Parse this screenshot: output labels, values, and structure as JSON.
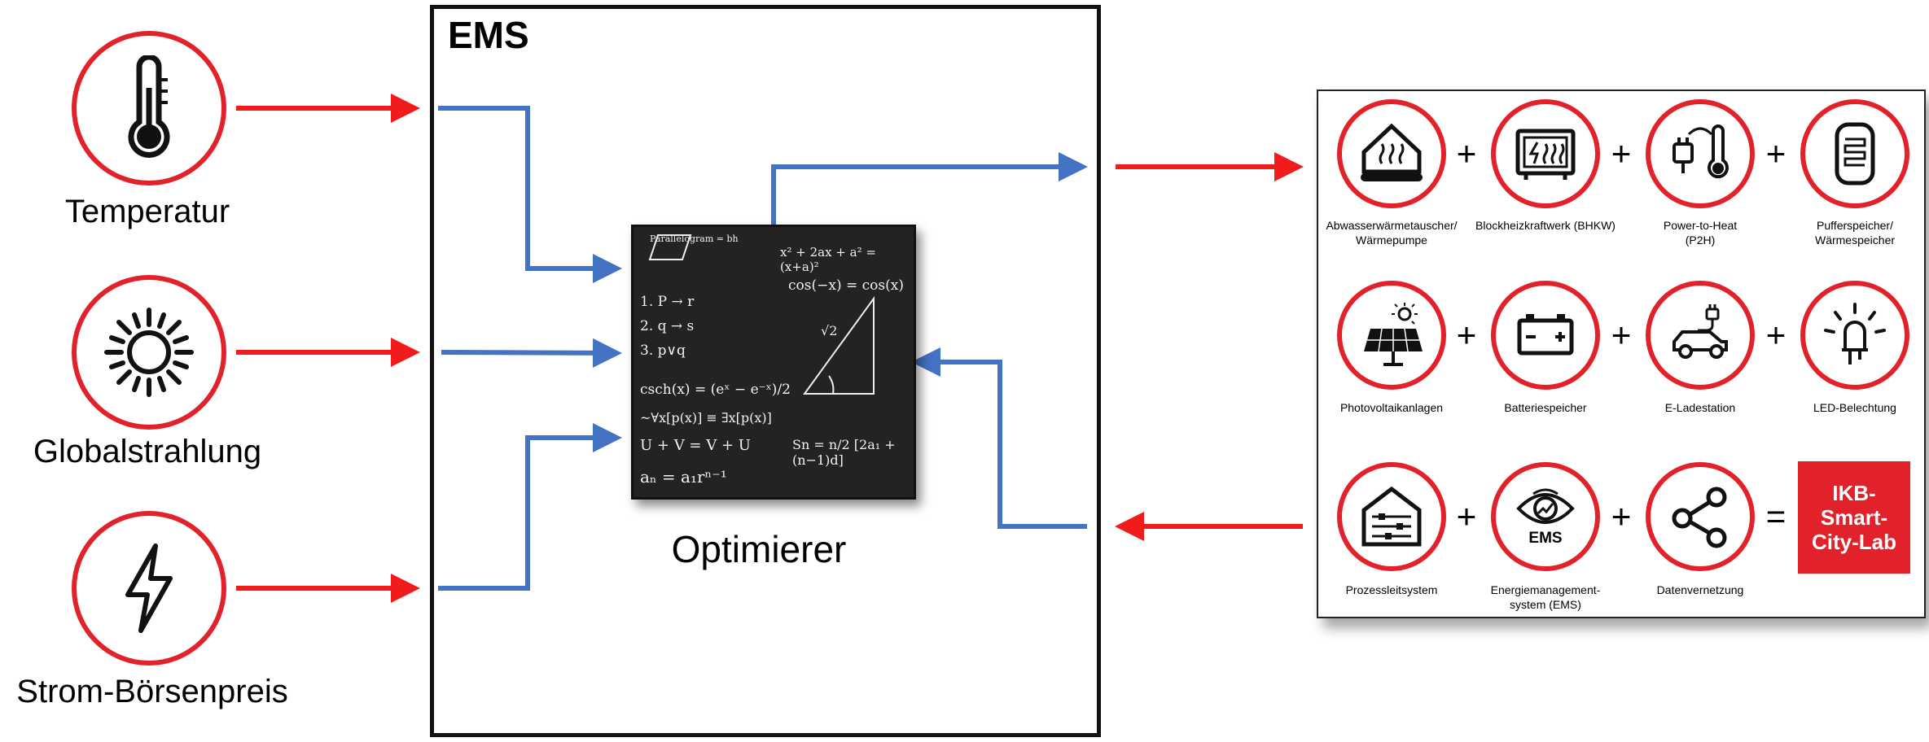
{
  "inputs": [
    {
      "label": "Temperatur",
      "icon": "thermometer-icon"
    },
    {
      "label": "Globalstrahlung",
      "icon": "sun-icon"
    },
    {
      "label": "Strom-Börsenpreis",
      "icon": "lightning-icon"
    }
  ],
  "ems": {
    "title": "EMS",
    "optimizer_label": "Optimierer"
  },
  "chalkboard": {
    "lines": [
      "Parallelogram = bh",
      "x² + 2ax + a² = (x+a)²",
      "1. P → r",
      "2. q → s",
      "3. p∨q",
      "cos(−x) = cos(x)",
      "√2",
      "csch(x) = (eˣ − e⁻ˣ)/2",
      "~∀x[p(x)] ≡ ∃x[p(x)]",
      "U + V = V + U",
      "Sn = n/2 [2a₁ + (n−1)d]",
      "aₙ = a₁rⁿ⁻¹"
    ]
  },
  "panel": {
    "row1": [
      {
        "caption": "Abwasserwärmetauscher/ Wärmepumpe",
        "icon": "heat-pump-icon"
      },
      {
        "caption": "Blockheizkraftwerk (BHKW)",
        "icon": "chp-plant-icon"
      },
      {
        "caption": "Power-to-Heat (P2H)",
        "icon": "power-to-heat-icon"
      },
      {
        "caption": "Pufferspeicher/ Wärmespeicher",
        "icon": "heat-storage-icon"
      }
    ],
    "row2": [
      {
        "caption": "Photovoltaikanlagen",
        "icon": "solar-panel-icon"
      },
      {
        "caption": "Batteriespeicher",
        "icon": "battery-icon"
      },
      {
        "caption": "E-Ladestation",
        "icon": "ev-charging-icon"
      },
      {
        "caption": "LED-Belechtung",
        "icon": "led-bulb-icon"
      }
    ],
    "row3": [
      {
        "caption": "Prozessleitsystem",
        "icon": "process-control-icon"
      },
      {
        "caption": "Energiemanagement-system (EMS)",
        "icon": "ems-eye-icon",
        "badge": "EMS"
      },
      {
        "caption": "Datenvernetzung",
        "icon": "share-network-icon"
      }
    ],
    "plus": "+",
    "equals": "=",
    "result": "IKB-Smart-City-Lab"
  },
  "colors": {
    "accent_red": "#e2222b",
    "arrow_red": "#f21b1b",
    "flow_blue": "#4472c4",
    "chalkboard": "#222222"
  }
}
